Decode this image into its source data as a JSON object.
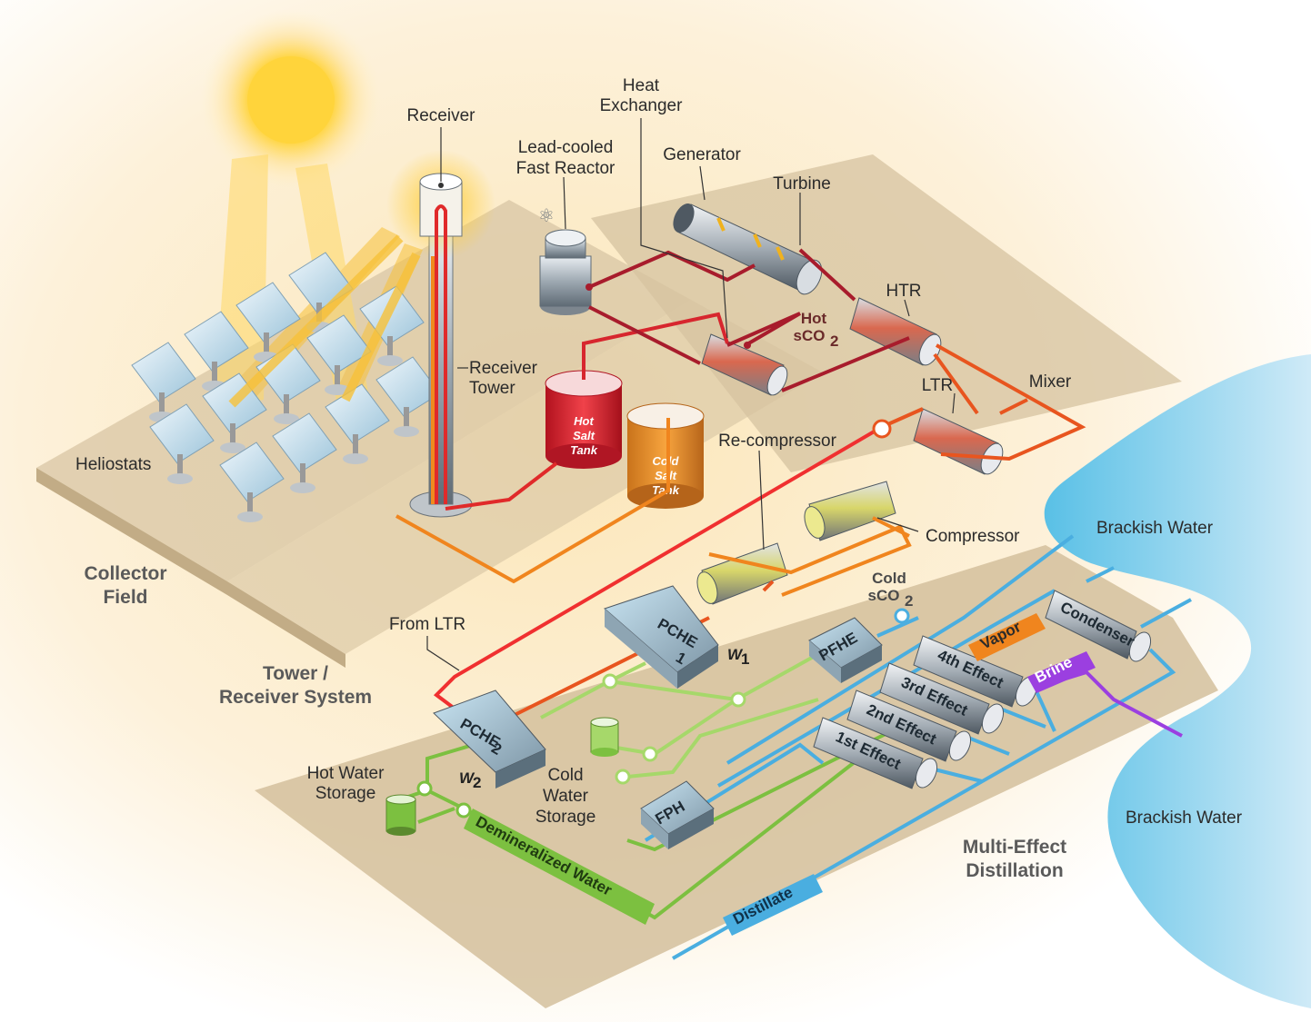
{
  "labels": {
    "receiver": "Receiver",
    "heat_exchanger_1": "Heat",
    "heat_exchanger_2": "Exchanger",
    "reactor_1": "Lead-cooled",
    "reactor_2": "Fast Reactor",
    "generator": "Generator",
    "turbine": "Turbine",
    "htr": "HTR",
    "hot_sco2_1": "Hot",
    "hot_sco2_2": "sCO",
    "hot_sco2_sub": "2",
    "receiver_tower_1": "Receiver",
    "receiver_tower_2": "Tower",
    "mixer": "Mixer",
    "ltr": "LTR",
    "heliostats": "Heliostats",
    "recompressor": "Re-compressor",
    "compressor": "Compressor",
    "cold_sco2_1": "Cold",
    "cold_sco2_2": "sCO",
    "cold_sco2_sub": "2",
    "brackish_top": "Brackish Water",
    "brackish_bottom": "Brackish Water",
    "collector_field_1": "Collector",
    "collector_field_2": "Field",
    "from_ltr": "From LTR",
    "tower_receiver_1": "Tower /",
    "tower_receiver_2": "Receiver System",
    "hot_water_1": "Hot Water",
    "hot_water_2": "Storage",
    "cold_water_1": "Cold",
    "cold_water_2": "Water",
    "cold_water_3": "Storage",
    "med_1": "Multi-Effect",
    "med_2": "Distillation",
    "w1": "W",
    "w1_sub": "1",
    "w2": "W",
    "w2_sub": "2"
  },
  "tanks": {
    "hot_1": "Hot",
    "hot_2": "Salt",
    "hot_3": "Tank",
    "cold_1": "Cold",
    "cold_2": "Salt",
    "cold_3": "Tank"
  },
  "boxes": {
    "pche1": "PCHE",
    "pche1_sub": "1",
    "pche2": "PCHE",
    "pche2_sub": "2",
    "pfhe": "PFHE",
    "fph": "FPH",
    "condenser": "Condenser"
  },
  "effects": [
    "1st Effect",
    "2nd Effect",
    "3rd Effect",
    "4th Effect"
  ],
  "tags": {
    "vapor": "Vapor",
    "brine": "Brine",
    "demineralized": "Demineralized Water",
    "distillate": "Distillate"
  },
  "colors": {
    "hot_red": "#d7262e",
    "dark_red": "#a81c2c",
    "orange": "#f0851e",
    "orange_red": "#e8551f",
    "green": "#7cc040",
    "light_green": "#a6d86a",
    "blue": "#4aaee0",
    "purple": "#9b3fe0",
    "sun": "#ffd43b"
  }
}
